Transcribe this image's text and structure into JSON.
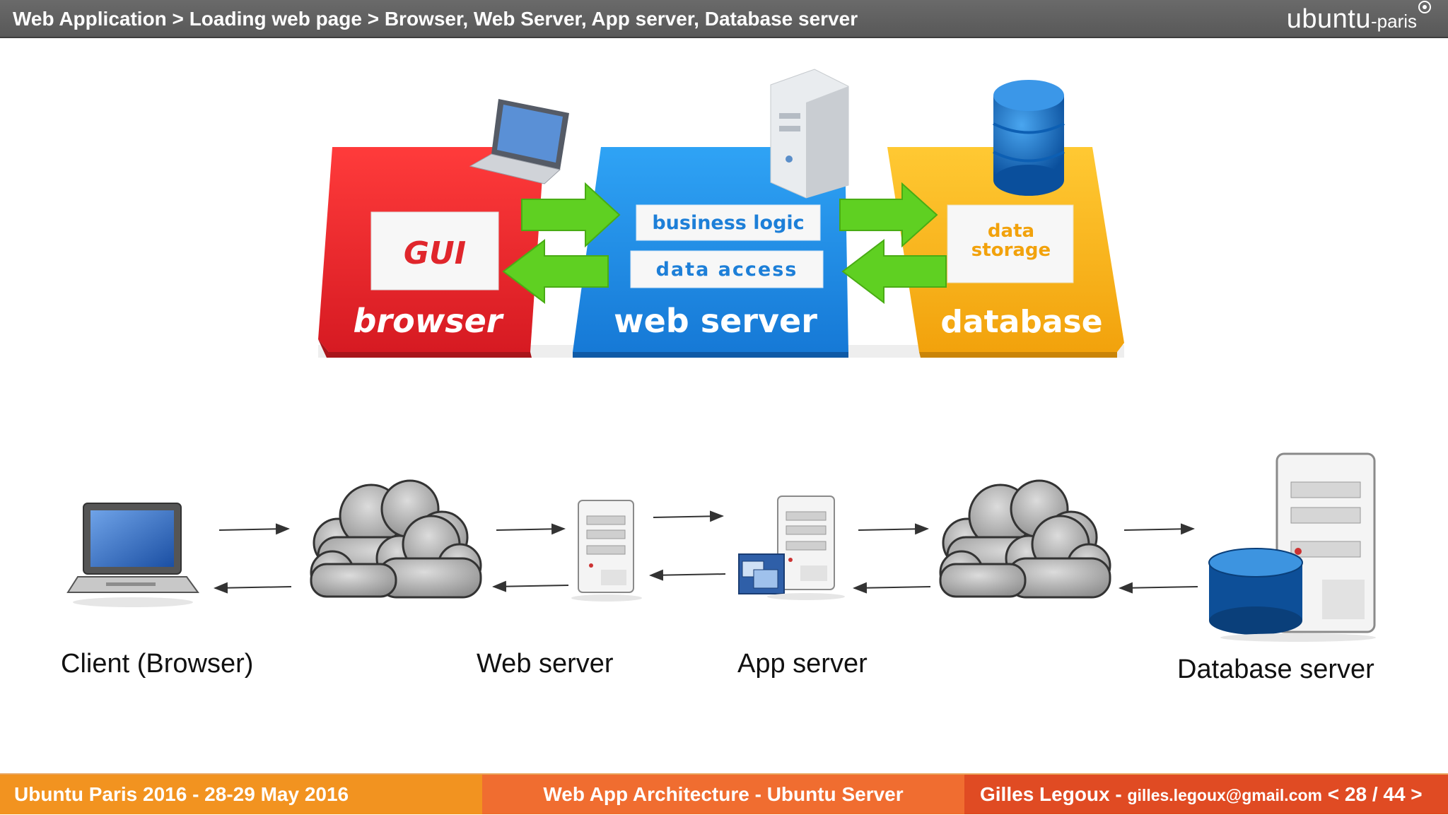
{
  "header": {
    "breadcrumb": "Web Application > Loading web page > Browser, Web Server, App server, Database server",
    "logo_main": "ubuntu",
    "logo_suffix": "-paris"
  },
  "top_diagram": {
    "browser": {
      "title": "browser",
      "box": "GUI",
      "color": "#e8262c"
    },
    "web_server": {
      "title": "web server",
      "box1": "business logic",
      "box2": "data access",
      "color": "#1f8ee6"
    },
    "database": {
      "title": "database",
      "box_line1": "data",
      "box_line2": "storage",
      "color": "#f7b21a"
    },
    "arrow_color": "#5fd022"
  },
  "bottom_diagram": {
    "labels": {
      "client": "Client (Browser)",
      "web_server": "Web server",
      "app_server": "App server",
      "database_server": "Database server"
    }
  },
  "footer": {
    "event": "Ubuntu Paris 2016 - 28-29 May 2016",
    "talk": "Web App Architecture - Ubuntu Server",
    "author": "Gilles Legoux - ",
    "email": "gilles.legoux@gmail.com",
    "pagination": " < 28 / 44 >"
  }
}
